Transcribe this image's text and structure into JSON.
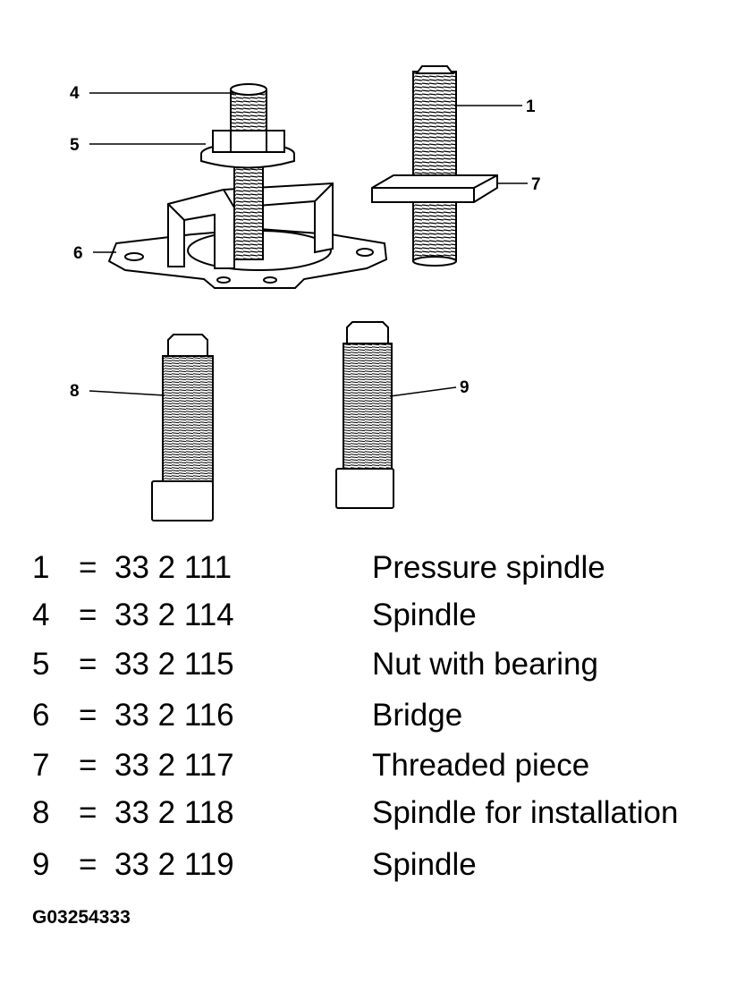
{
  "callouts": [
    "4",
    "5",
    "6",
    "1",
    "7",
    "8",
    "9"
  ],
  "legend": [
    {
      "num": "1",
      "eq": "=",
      "part": "33 2 111",
      "desc": "Pressure spindle"
    },
    {
      "num": "4",
      "eq": "=",
      "part": "33 2 114",
      "desc": "Spindle"
    },
    {
      "num": "5",
      "eq": "=",
      "part": "33 2 115",
      "desc": "Nut with bearing"
    },
    {
      "num": "6",
      "eq": "=",
      "part": "33 2 116",
      "desc": "Bridge"
    },
    {
      "num": "7",
      "eq": "=",
      "part": "33 2 117",
      "desc": "Threaded piece"
    },
    {
      "num": "8",
      "eq": "=",
      "part": "33 2 118",
      "desc": "Spindle for installation"
    },
    {
      "num": "9",
      "eq": "=",
      "part": "33 2 119",
      "desc": "Spindle"
    }
  ],
  "figure_code": "G03254333"
}
